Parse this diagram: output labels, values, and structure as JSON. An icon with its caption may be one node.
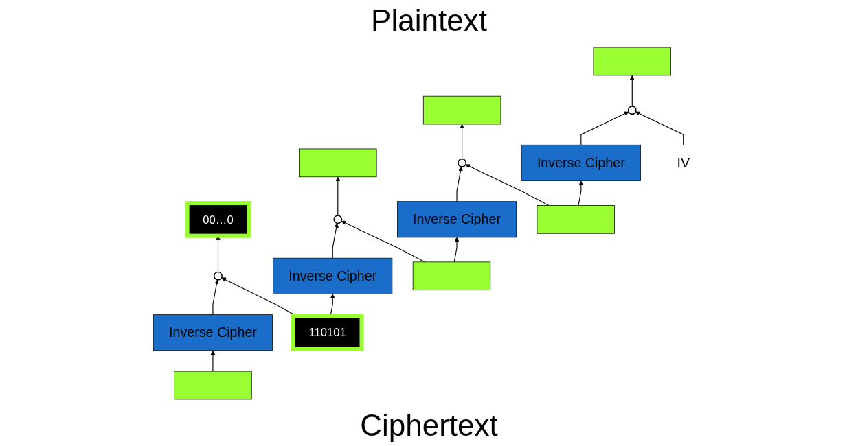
{
  "diagram": {
    "title": "Plaintext",
    "caption": "Ciphertext",
    "nodes": [
      {
        "text": [],
        "shape": "bar"
      },
      {
        "text": [],
        "shape": "bar"
      },
      {
        "text": [],
        "shape": "bar"
      },
      {
        "text": [
          "00…0"
        ]
      },
      {
        "text": [
          "IV"
        ]
      },
      {
        "text": [],
        "shape": "circle"
      },
      {
        "text": [],
        "shape": "circle"
      },
      {
        "text": [],
        "shape": "circle"
      },
      {
        "text": [],
        "shape": "circle"
      },
      {
        "text": [
          "Inverse Cipher"
        ]
      },
      {
        "text": [
          "Inverse Cipher"
        ]
      },
      {
        "text": [
          "Inverse Cipher"
        ]
      },
      {
        "text": [
          "Inverse Cipher"
        ]
      },
      {
        "text": [],
        "shape": "bar"
      },
      {
        "text": [],
        "shape": "bar"
      },
      {
        "text": [
          "110101"
        ]
      },
      {
        "text": [],
        "shape": "bar"
      }
    ],
    "edges": [
      {
        "from": 4,
        "to": 5,
        "arrow": "to"
      },
      {
        "from": 13,
        "to": 9,
        "arrow": "to"
      },
      {
        "from": 9,
        "to": 5,
        "arrow": "to"
      },
      {
        "from": 5,
        "to": 0,
        "arrow": "to"
      },
      {
        "from": 13,
        "to": 6,
        "arrow": "to"
      },
      {
        "from": 14,
        "to": 10,
        "arrow": "to"
      },
      {
        "from": 10,
        "to": 6,
        "arrow": "to"
      },
      {
        "from": 6,
        "to": 1,
        "arrow": "to"
      },
      {
        "from": 14,
        "to": 7,
        "arrow": "to"
      },
      {
        "from": 15,
        "to": 11,
        "arrow": "to"
      },
      {
        "from": 11,
        "to": 7,
        "arrow": "to"
      },
      {
        "from": 7,
        "to": 2,
        "arrow": "to"
      },
      {
        "from": 15,
        "to": 8,
        "arrow": "to"
      },
      {
        "from": 16,
        "to": 12,
        "arrow": "to"
      },
      {
        "from": 12,
        "to": 8,
        "arrow": "to"
      },
      {
        "from": 8,
        "to": 3,
        "arrow": "to"
      }
    ]
  }
}
